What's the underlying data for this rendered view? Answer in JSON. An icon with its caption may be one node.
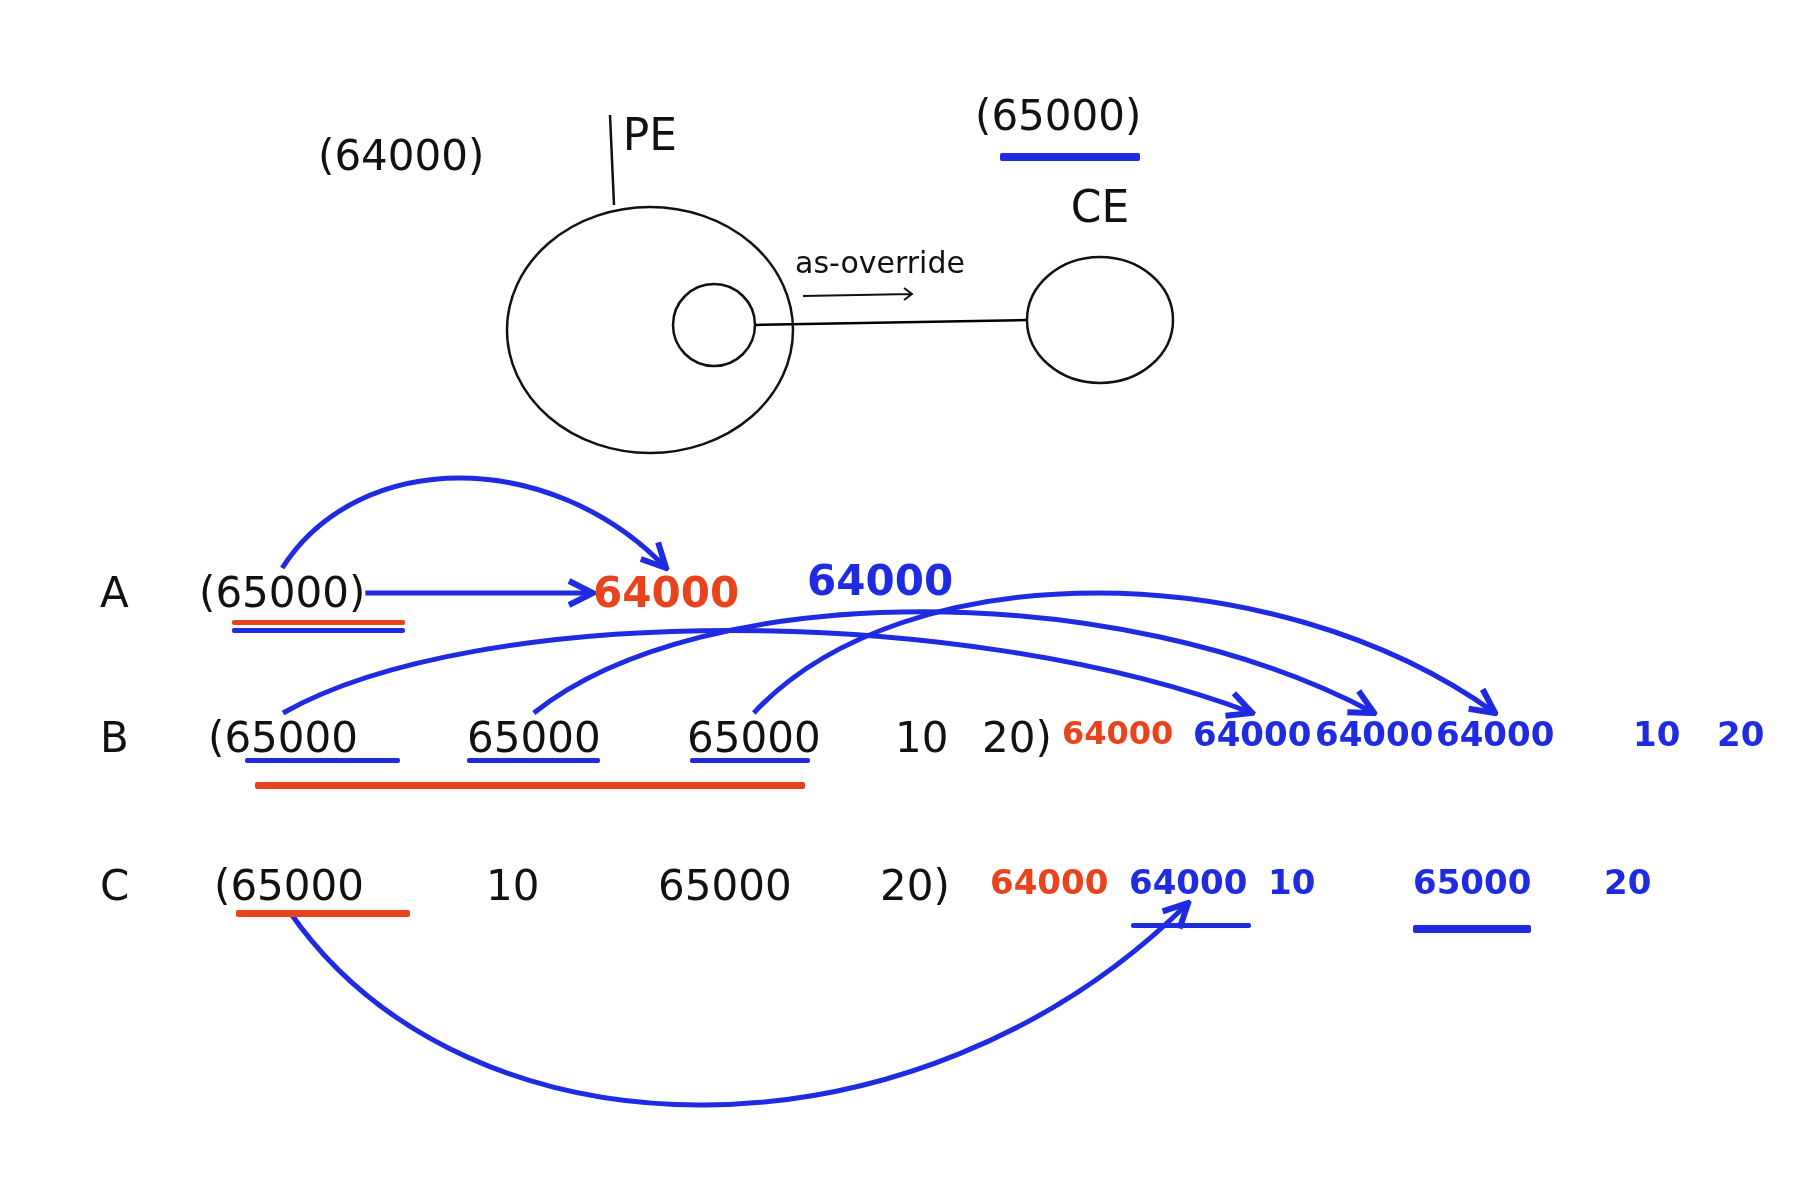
{
  "diagram": {
    "nodes": [
      {
        "text": [
          "PE"
        ],
        "beside": [
          "(64000)"
        ]
      },
      {
        "text": [],
        "shape": "circle",
        "in": 0
      },
      {
        "text": [
          "CE"
        ],
        "beside": [
          "(65000)"
        ]
      },
      {
        "text": [
          "(65000)"
        ]
      },
      {
        "text": [
          "64000"
        ]
      },
      {
        "text": [
          "(65000"
        ]
      },
      {
        "text": [
          "65000"
        ]
      },
      {
        "text": [
          "65000"
        ]
      },
      {
        "text": [
          "64000"
        ]
      },
      {
        "text": [
          "64000"
        ]
      },
      {
        "text": [
          "64000"
        ]
      },
      {
        "text": [
          "(65000"
        ]
      },
      {
        "text": [
          "64000"
        ]
      }
    ],
    "edges": [
      {
        "from": 1,
        "to": 2,
        "arrow": "none",
        "label": "as-override",
        "color": "#000000"
      },
      {
        "from": 3,
        "to": 4,
        "arrow": "to"
      },
      {
        "from": 3,
        "to": 4,
        "arrow": "to"
      },
      {
        "from": 5,
        "to": 8,
        "arrow": "to"
      },
      {
        "from": 6,
        "to": 9,
        "arrow": "to"
      },
      {
        "from": 7,
        "to": 10,
        "arrow": "to"
      },
      {
        "from": 11,
        "to": 12,
        "arrow": "to"
      }
    ],
    "labels": [
      "A",
      "64000",
      "B",
      "10",
      "20)",
      "64000",
      "10",
      "20",
      "C",
      "10",
      "65000",
      "20)",
      "64000",
      "10",
      "65000",
      "20"
    ]
  }
}
